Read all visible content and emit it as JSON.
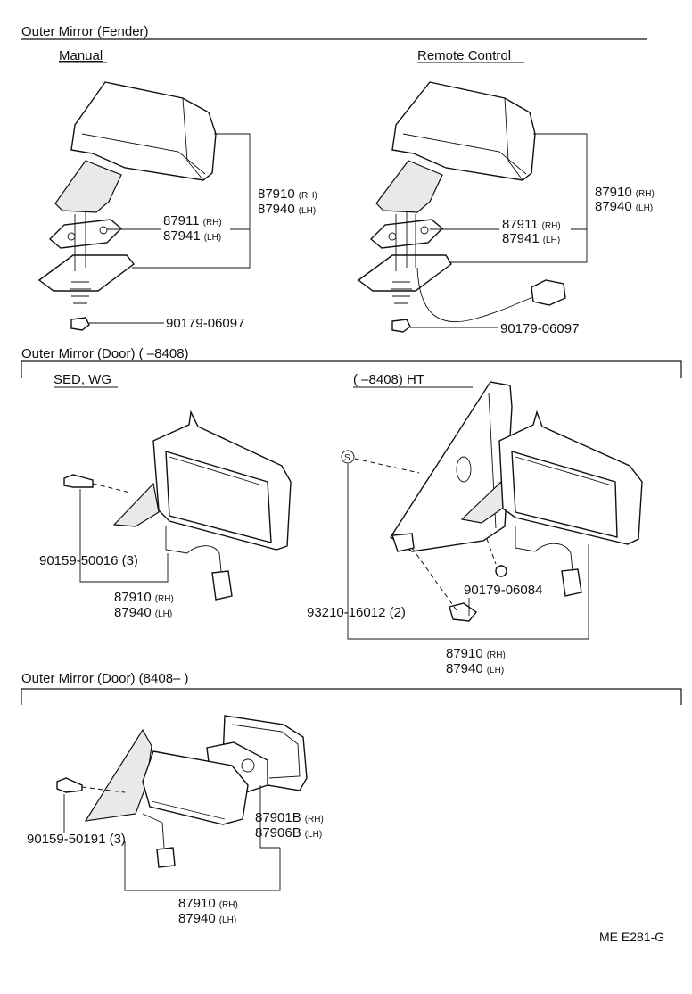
{
  "sections": [
    {
      "title": "Outer Mirror (Fender)"
    },
    {
      "title": "Outer Mirror (Door) (          –8408)"
    },
    {
      "title": "Outer Mirror (Door) (8408–          )"
    }
  ],
  "fender": {
    "manual": {
      "subtitle": "Manual",
      "assy": {
        "num1": "87910",
        "tag1": "(RH)",
        "num2": "87940",
        "tag2": "(LH)"
      },
      "bracket": {
        "num1": "87911",
        "tag1": "(RH)",
        "num2": "87941",
        "tag2": "(LH)"
      },
      "nut": "90179-06097"
    },
    "remote": {
      "subtitle": "Remote Control",
      "assy": {
        "num1": "87910",
        "tag1": "(RH)",
        "num2": "87940",
        "tag2": "(LH)"
      },
      "bracket": {
        "num1": "87911",
        "tag1": "(RH)",
        "num2": "87941",
        "tag2": "(LH)"
      },
      "nut": "90179-06097"
    }
  },
  "door_early": {
    "sed": {
      "subtitle": "SED, WG",
      "bolt": "90159-50016 (3)",
      "assy": {
        "num1": "87910",
        "tag1": "(RH)",
        "num2": "87940",
        "tag2": "(LH)"
      }
    },
    "ht": {
      "subtitle": "(          –8408) HT",
      "marker": "S",
      "screw": "93210-16012 (2)",
      "nut": "90179-06084",
      "assy": {
        "num1": "87910",
        "tag1": "(RH)",
        "num2": "87940",
        "tag2": "(LH)"
      }
    }
  },
  "door_late": {
    "bolt": "90159-50191 (3)",
    "glass": {
      "num1": "87901B",
      "tag1": "(RH)",
      "num2": "87906B",
      "tag2": "(LH)"
    },
    "assy": {
      "num1": "87910",
      "tag1": "(RH)",
      "num2": "87940",
      "tag2": "(LH)"
    }
  },
  "footer": {
    "code": "ME  E281-G"
  }
}
